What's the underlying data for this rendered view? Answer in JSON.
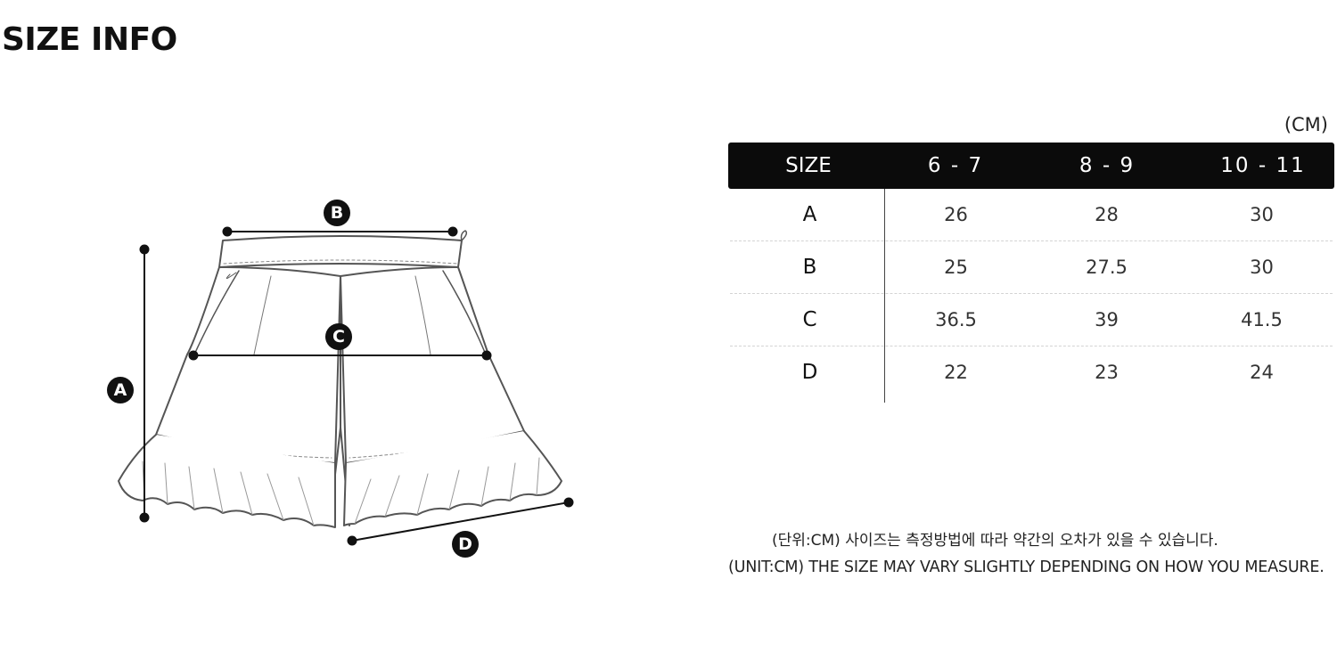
{
  "page": {
    "title": "SIZE INFO"
  },
  "diagram": {
    "markers": {
      "a": "A",
      "b": "B",
      "c": "C",
      "d": "D"
    }
  },
  "table": {
    "unit": "(CM)",
    "headers": [
      "SIZE",
      "6 - 7",
      "8 - 9",
      "10 - 11"
    ],
    "rows": [
      {
        "label": "A",
        "values": [
          "26",
          "28",
          "30"
        ]
      },
      {
        "label": "B",
        "values": [
          "25",
          "27.5",
          "30"
        ]
      },
      {
        "label": "C",
        "values": [
          "36.5",
          "39",
          "41.5"
        ]
      },
      {
        "label": "D",
        "values": [
          "22",
          "23",
          "24"
        ]
      }
    ]
  },
  "notes": {
    "korean": "(단위:CM) 사이즈는 측정방법에 따라 약간의 오차가 있을 수 있습니다.",
    "english": "(UNIT:CM) THE SIZE MAY VARY SLIGHTLY DEPENDING ON HOW YOU MEASURE."
  }
}
